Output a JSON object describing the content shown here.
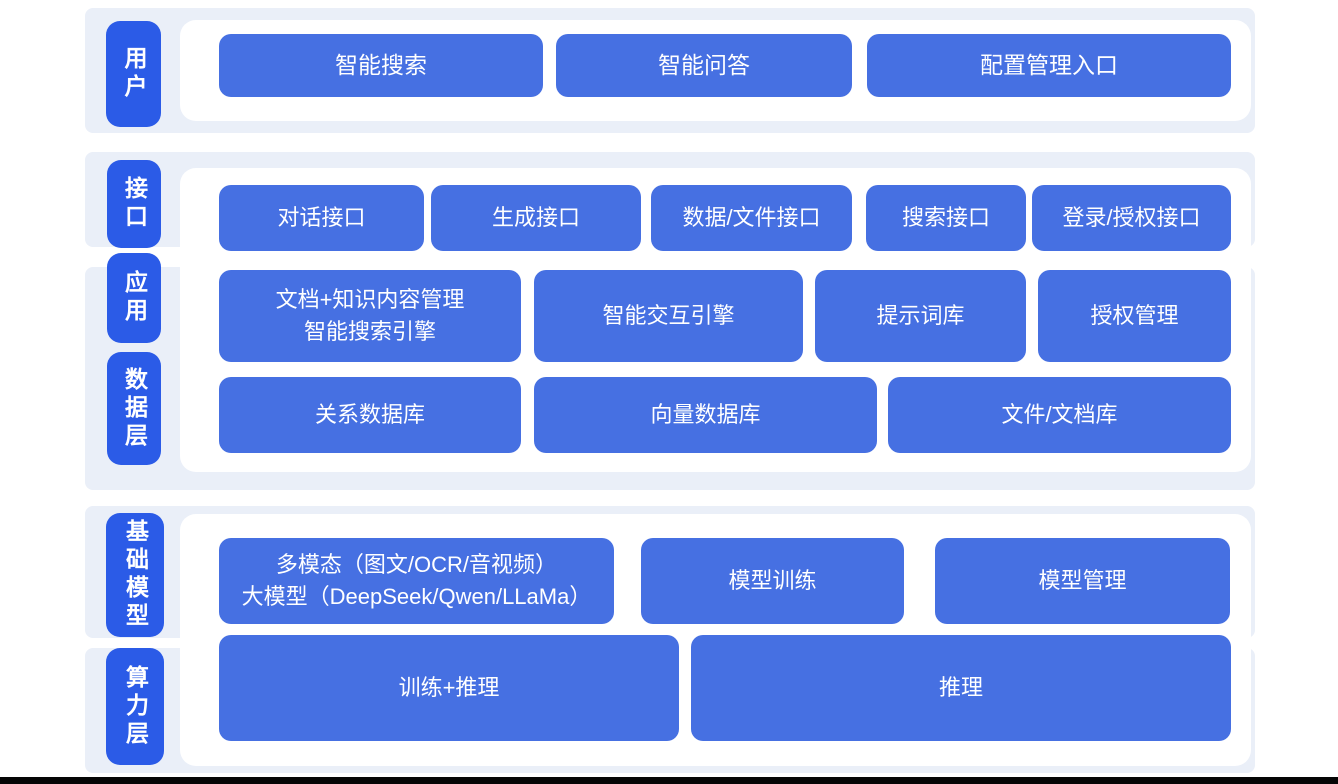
{
  "colors": {
    "band_bg": "#eaeff8",
    "pill_bg": "#2b5be7",
    "node_bg": "#4670e2",
    "container_bg": "#ffffff",
    "page_bg": "#ffffff",
    "node_text": "#ffffff",
    "bottom_bar": "#050505"
  },
  "layers": {
    "user": {
      "pill": "用户",
      "buttons": {
        "smart_search": "智能搜索",
        "smart_qa": "智能问答",
        "config_entry": "配置管理入口"
      }
    },
    "interface": {
      "pill": "接口",
      "buttons": {
        "dialog_api": "对话接口",
        "generate_api": "生成接口",
        "data_file_api": "数据/文件接口",
        "search_api": "搜索接口",
        "login_auth_api": "登录/授权接口"
      }
    },
    "application": {
      "pill": "应用",
      "buttons": {
        "doc_knowledge_search": "文档+知识内容管理\n智能搜索引擎",
        "interaction_engine": "智能交互引擎",
        "prompt_library": "提示词库",
        "auth_mgmt": "授权管理"
      }
    },
    "data": {
      "pill": "数据层",
      "buttons": {
        "relational_db": "关系数据库",
        "vector_db": "向量数据库",
        "file_doc_db": "文件/文档库"
      }
    },
    "foundation_model": {
      "pill": "基础模型",
      "buttons": {
        "multimodal_llm": "多模态（图文/OCR/音视频）\n大模型（DeepSeek/Qwen/LLaMa）",
        "model_training": "模型训练",
        "model_mgmt": "模型管理"
      }
    },
    "compute": {
      "pill": "算力层",
      "buttons": {
        "training_inference": "训练+推理",
        "inference": "推理"
      }
    }
  }
}
